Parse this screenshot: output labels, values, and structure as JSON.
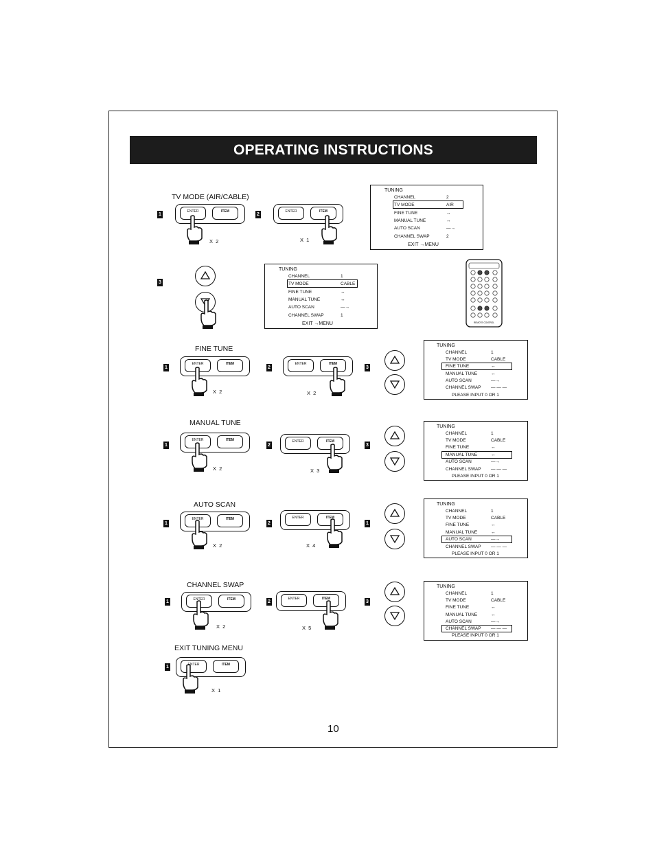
{
  "banner": "OPERATING INSTRUCTIONS",
  "page_number": "10",
  "buttons": {
    "enter": "ENTER",
    "item": "ITEM"
  },
  "sections": {
    "tv_mode": "TV MODE (AIR/CABLE)",
    "fine_tune": "FINE TUNE",
    "manual_tune": "MANUAL TUNE",
    "auto_scan": "AUTO SCAN",
    "channel_swap": "CHANNEL SWAP",
    "exit": "EXIT TUNING MENU"
  },
  "steps": [
    "1",
    "2",
    "3"
  ],
  "multipliers": {
    "tv_mode_1": "X 2",
    "tv_mode_2": "X 1",
    "fine_1": "X 2",
    "fine_2": "X 2",
    "manual_1": "X 2",
    "manual_2": "X 3",
    "auto_1": "X 2",
    "auto_2": "X 4",
    "swap_1": "X 2",
    "swap_2": "X 5",
    "exit_1": "X 1"
  },
  "menu": {
    "title": "TUNING",
    "labels": [
      "CHANNEL",
      "TV MODE",
      "FINE TUNE",
      "MANUAL TUNE",
      "AUTO SCAN",
      "CHANNEL SWAP"
    ],
    "arrow_lr": "↔",
    "arrow_r": "—→",
    "dashes": "— — —",
    "exit_menu": "EXIT →MENU",
    "please_input": "PLEASE INPUT 0 OR 1"
  },
  "panel_air": {
    "channel": "2",
    "tv_mode": "AIR",
    "swap": "2"
  },
  "panel_cable": {
    "channel": "1",
    "tv_mode": "CABLE",
    "swap": "1"
  },
  "remote_label": "REMOTE CONTROL"
}
